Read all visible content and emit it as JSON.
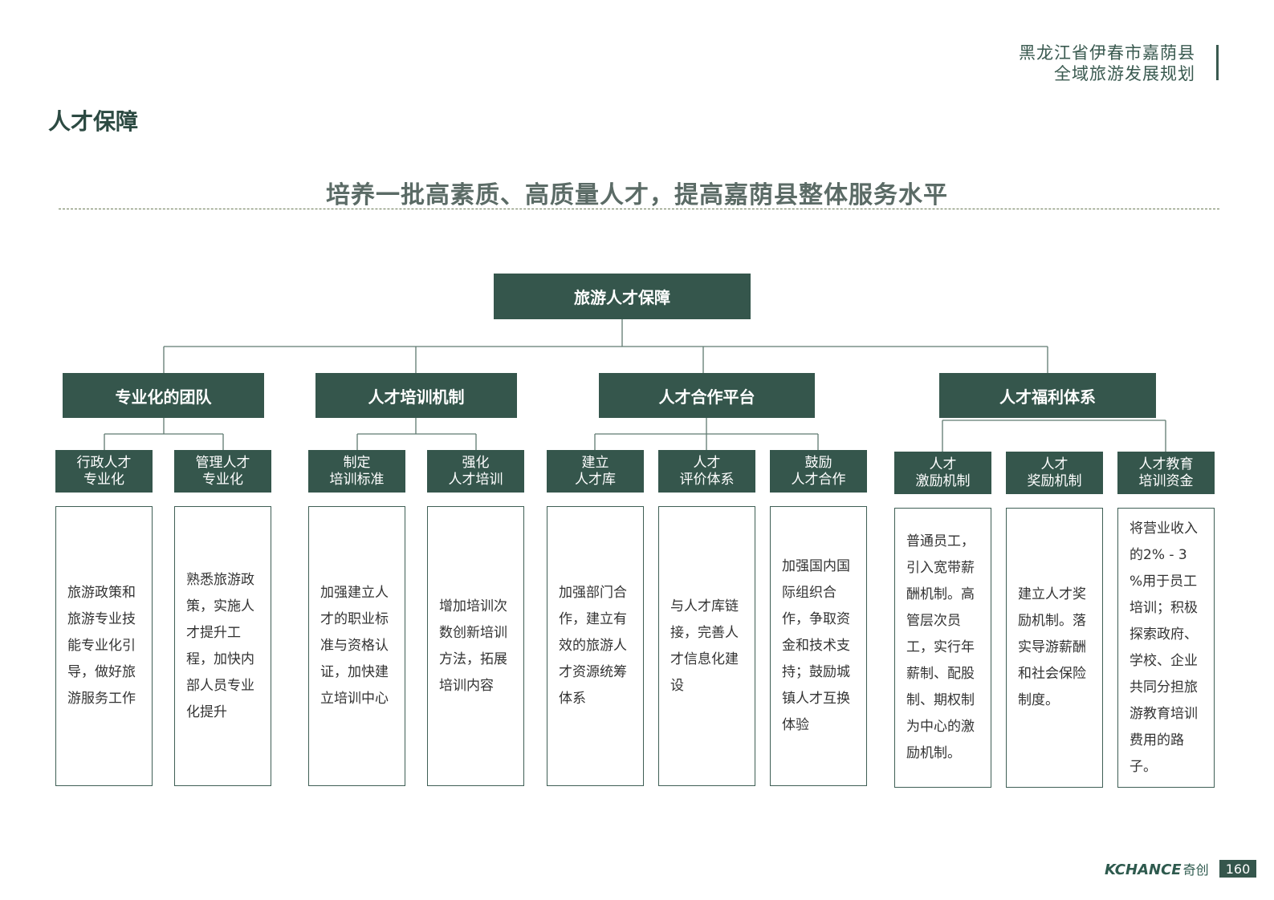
{
  "header": {
    "line1": "黑龙江省伊春市嘉荫县",
    "line2": "全域旅游发展规划"
  },
  "section_title": "人才保障",
  "headline": "培养一批高素质、高质量人才，提高嘉荫县整体服务水平",
  "diagram": {
    "root": "旅游人才保障",
    "groups": [
      {
        "label": "专业化的团队",
        "children": [
          {
            "label": "行政人才\n专业化",
            "desc": "旅游政策和旅游专业技能专业化引导，做好旅游服务工作"
          },
          {
            "label": "管理人才\n专业化",
            "desc": "熟悉旅游政策，实施人才提升工程，加快内部人员专业化提升"
          }
        ]
      },
      {
        "label": "人才培训机制",
        "children": [
          {
            "label": "制定\n培训标准",
            "desc": "加强建立人才的职业标准与资格认证，加快建立培训中心"
          },
          {
            "label": "强化\n人才培训",
            "desc": "增加培训次数创新培训方法，拓展培训内容"
          }
        ]
      },
      {
        "label": "人才合作平台",
        "children": [
          {
            "label": "建立\n人才库",
            "desc": "加强部门合作，建立有效的旅游人才资源统筹体系"
          },
          {
            "label": "人才\n评价体系",
            "desc": "与人才库链接，完善人才信息化建设"
          },
          {
            "label": "鼓励\n人才合作",
            "desc": "加强国内国际组织合作，争取资金和技术支持；鼓励城镇人才互换体验"
          }
        ]
      },
      {
        "label": "人才福利体系",
        "children": [
          {
            "label": "人才\n激励机制",
            "desc": "普通员工，引入宽带薪酬机制。高管层次员工，实行年薪制、配股制、期权制为中心的激励机制。"
          },
          {
            "label": "人才\n奖励机制",
            "desc": "建立人才奖励机制。落实导游薪酬和社会保险制度。"
          },
          {
            "label": "人才教育\n培训资金",
            "desc": "将营业收入的2% - 3 %用于员工培训；积极探索政府、学校、企业共同分担旅游教育培训费用的路子。"
          }
        ]
      }
    ]
  },
  "footer": {
    "brand": "KCHANCE",
    "brand_cn": "奇创",
    "page": "160"
  },
  "colors": {
    "box_fill": "#35564c",
    "accent_text": "#3a5a50",
    "headline_text": "#5b6b66"
  }
}
